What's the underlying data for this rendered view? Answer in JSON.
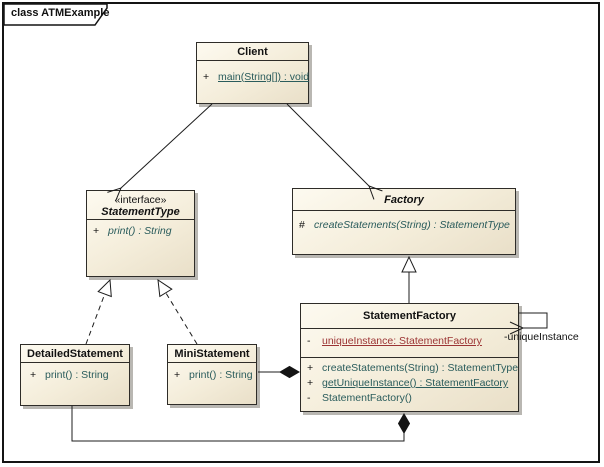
{
  "diagram": {
    "tab_title": "class ATMExample"
  },
  "colors": {
    "box_fill_light": "#fdfaf0",
    "box_fill_dark": "#e9dfc8",
    "operation_text": "#2a5c5c",
    "static_attribute_text": "#9c3434",
    "line": "#1c1c1c"
  },
  "classes": {
    "client": {
      "name": "Client",
      "operations": [
        {
          "visibility": "+",
          "text": "main(String[]) : void"
        }
      ]
    },
    "statement_type": {
      "stereotype": "«interface»",
      "name": "StatementType",
      "operations": [
        {
          "visibility": "+",
          "text": "print() : String"
        }
      ]
    },
    "factory": {
      "name": "Factory",
      "operations": [
        {
          "visibility": "#",
          "text": "createStatements(String) : StatementType"
        }
      ]
    },
    "detailed_statement": {
      "name": "DetailedStatement",
      "operations": [
        {
          "visibility": "+",
          "text": "print() : String"
        }
      ]
    },
    "mini_statement": {
      "name": "MiniStatement",
      "operations": [
        {
          "visibility": "+",
          "text": "print() : String"
        }
      ]
    },
    "statement_factory": {
      "name": "StatementFactory",
      "attributes": [
        {
          "visibility": "-",
          "text": "uniqueInstance: StatementFactory"
        }
      ],
      "operations": [
        {
          "visibility": "+",
          "text": "createStatements(String) : StatementType"
        },
        {
          "visibility": "+",
          "text": "getUniqueInstance() : StatementFactory"
        },
        {
          "visibility": "-",
          "text": "StatementFactory()"
        }
      ]
    }
  },
  "edge_labels": {
    "self_association": "-uniqueInstance"
  }
}
